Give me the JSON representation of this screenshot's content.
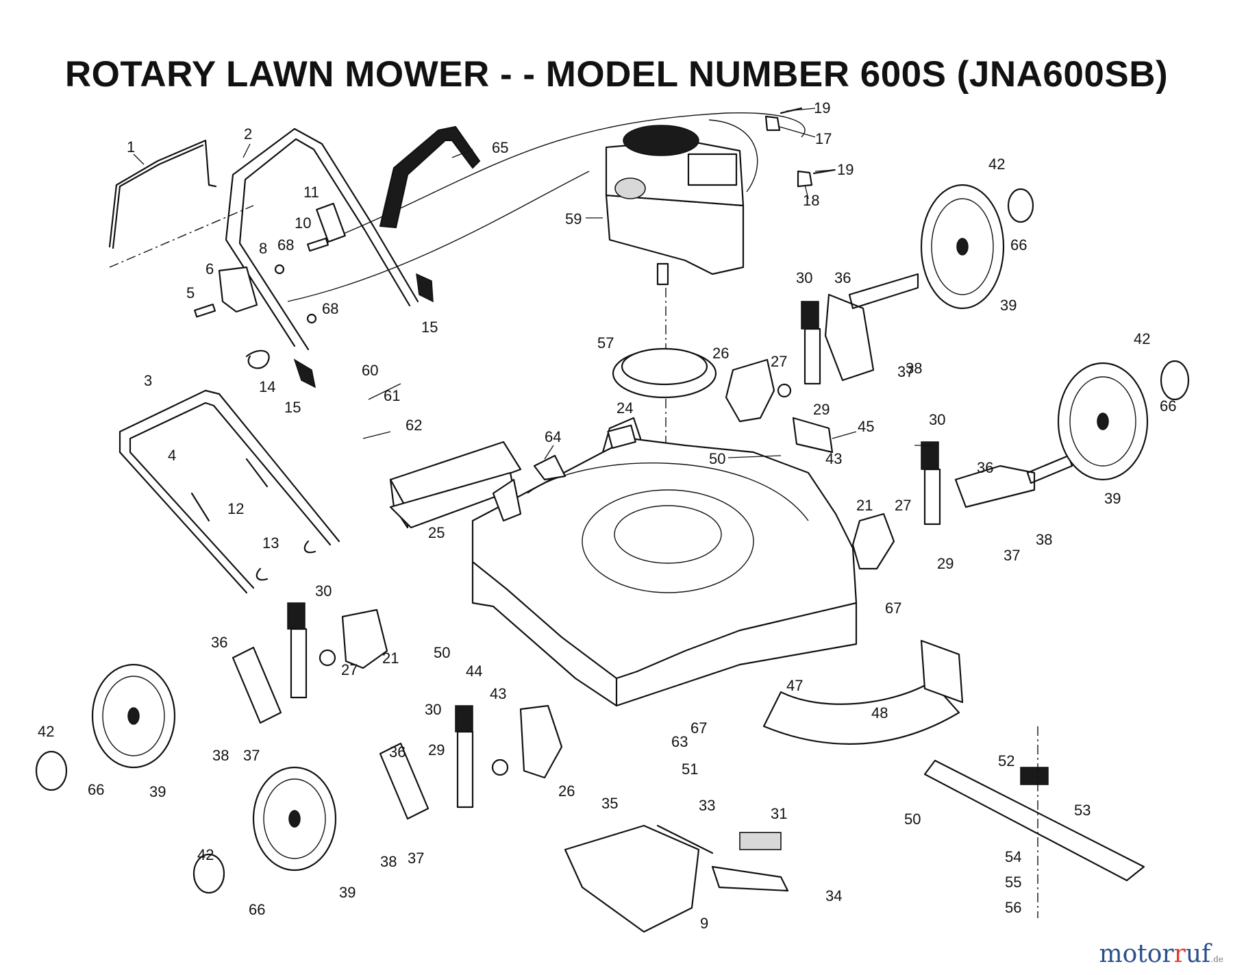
{
  "title": "ROTARY LAWN MOWER - - MODEL NUMBER 600S (JNA600SB)",
  "watermark": {
    "brand_a": "motor",
    "brand_b": "uf",
    "tld": ".de"
  },
  "labels": [
    "1",
    "2",
    "3",
    "4",
    "5",
    "6",
    "8",
    "9",
    "10",
    "11",
    "12",
    "13",
    "14",
    "15",
    "15",
    "17",
    "18",
    "19",
    "19",
    "21",
    "21",
    "24",
    "25",
    "26",
    "26",
    "27",
    "27",
    "27",
    "29",
    "29",
    "29",
    "30",
    "30",
    "30",
    "30",
    "31",
    "33",
    "34",
    "35",
    "36",
    "36",
    "36",
    "36",
    "37",
    "37",
    "37",
    "37",
    "38",
    "38",
    "38",
    "38",
    "39",
    "39",
    "39",
    "39",
    "42",
    "42",
    "42",
    "42",
    "43",
    "43",
    "44",
    "45",
    "47",
    "48",
    "50",
    "50",
    "50",
    "51",
    "52",
    "53",
    "54",
    "55",
    "56",
    "57",
    "59",
    "60",
    "61",
    "62",
    "63",
    "64",
    "65",
    "66",
    "66",
    "66",
    "66",
    "67",
    "67",
    "68",
    "68"
  ],
  "colors": {
    "line": "#111111",
    "watermark_blue": "#2a4f8a",
    "watermark_red": "#e23b2a"
  }
}
